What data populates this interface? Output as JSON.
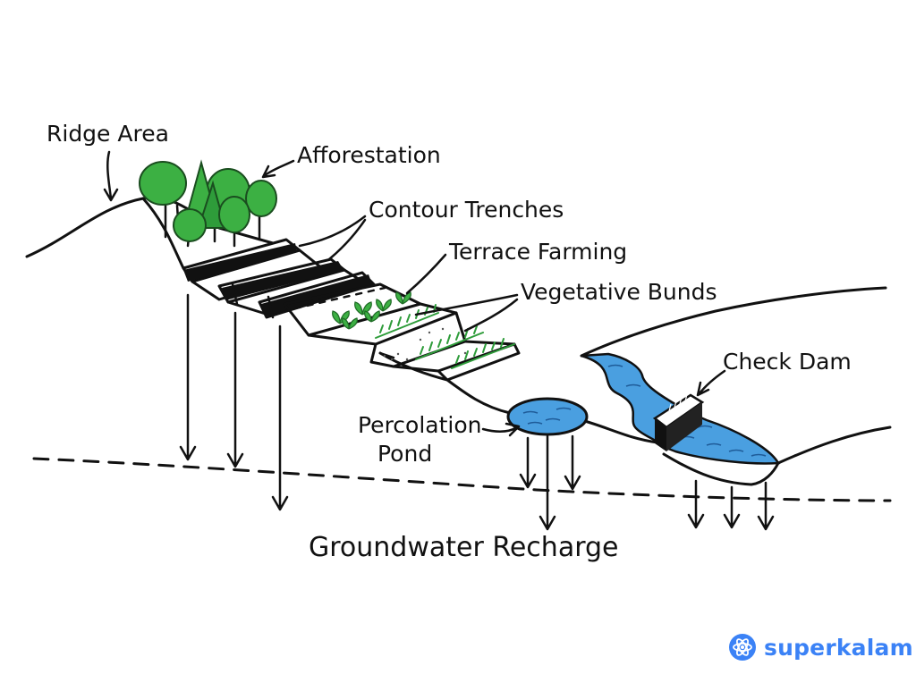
{
  "labels": {
    "ridge_area": "Ridge Area",
    "afforestation": "Afforestation",
    "contour_trenches": "Contour Trenches",
    "terrace_farming": "Terrace Farming",
    "vegetative_bunds": "Vegetative Bunds",
    "check_dam": "Check Dam",
    "percolation_line1": "Percolation",
    "percolation_line2": "Pond",
    "groundwater_recharge": "Groundwater Recharge"
  },
  "brand": {
    "name": "superkalam",
    "icon": "atom-logo-icon"
  },
  "colors": {
    "ink": "#111111",
    "tree_green": "#3cb043",
    "water_blue": "#4a9fe0",
    "brand_blue": "#3b82f6"
  }
}
